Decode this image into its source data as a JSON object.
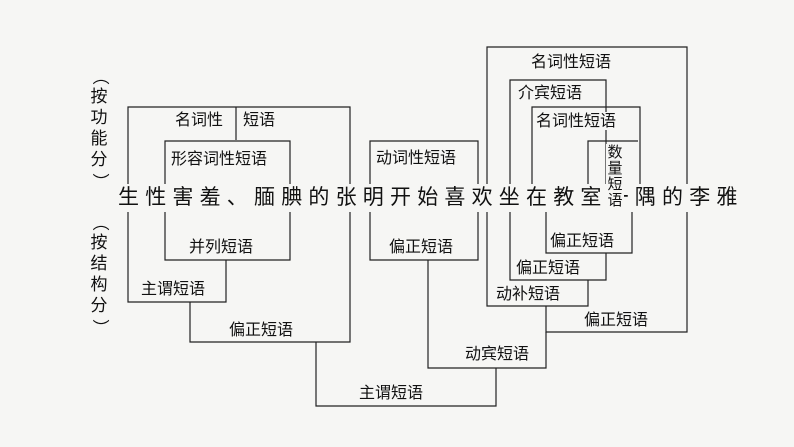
{
  "sentence": "生性害羞、腼腆的张明开始喜欢坐在教室一隅的李雅",
  "side_labels": {
    "top": "（按功能分）",
    "bottom": "（按结构分）"
  },
  "function_labels": {
    "mingci_1a": "名词性",
    "mingci_1b": "短语",
    "xingrong": "形容词性短语",
    "dongci": "动词性短语",
    "mingci_outer": "名词性短语",
    "jiebin": "介宾短语",
    "mingci_inner": "名词性短语",
    "shuliang": "数量短语"
  },
  "structure_labels": {
    "binglie": "并列短语",
    "zhuwei_1": "主谓短语",
    "pianzheng_1": "偏正短语",
    "pianzheng_2": "偏正短语",
    "pianzheng_3": "偏正短语",
    "pianzheng_4": "偏正短语",
    "dongbu": "动补短语",
    "pianzheng_5": "偏正短语",
    "dongbin": "动宾短语",
    "zhuwei_2": "主谓短语"
  },
  "colors": {
    "line": "#222222",
    "background": "#f6f6f4"
  }
}
